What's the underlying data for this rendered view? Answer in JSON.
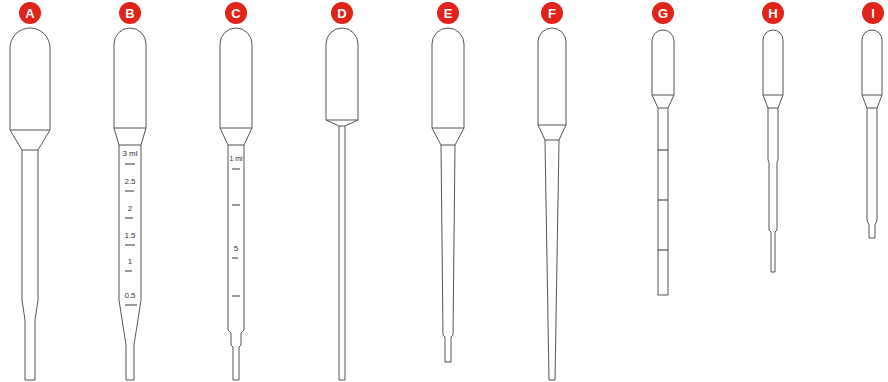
{
  "diagram": {
    "nodes": [
      {
        "text": [
          "A"
        ]
      },
      {
        "text": [
          "B"
        ]
      },
      {
        "text": [
          "C"
        ]
      },
      {
        "text": [
          "D"
        ]
      },
      {
        "text": [
          "E"
        ]
      },
      {
        "text": [
          "F"
        ]
      },
      {
        "text": [
          "G"
        ]
      },
      {
        "text": [
          "H"
        ]
      },
      {
        "text": [
          "I"
        ]
      }
    ],
    "labels": [
      "3 ml",
      "2.5",
      "2",
      "1.5",
      "1",
      "0.5",
      "1 ml",
      "5"
    ]
  }
}
